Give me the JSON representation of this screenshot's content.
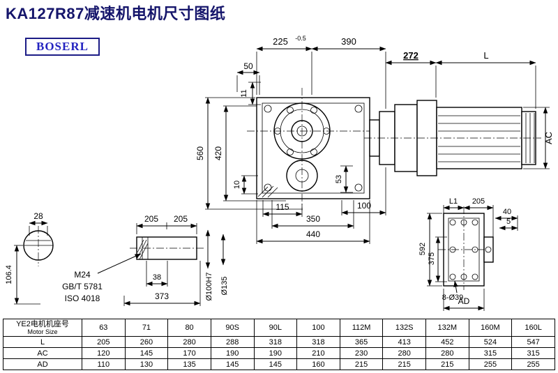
{
  "title": "KA127R87减速机电机尺寸图纸",
  "logo": "BOSERL",
  "colors": {
    "logo_text": "#2323c0",
    "logo_border": "#1c1c86",
    "line": "#000000",
    "title": "#15156b"
  },
  "dims": {
    "d225": "225",
    "tol225": "-0.5",
    "d390": "390",
    "d272": "272",
    "dL": "L",
    "d50": "50",
    "d11": "11",
    "d560": "560",
    "d420": "420",
    "d10": "10",
    "d115": "115",
    "d53": "53",
    "d100": "100",
    "d350": "350",
    "d440": "440",
    "dAC": "AC",
    "d28": "28",
    "d106_4": "106.4",
    "d205a": "205",
    "d205b": "205",
    "m24": "M24",
    "gb": "GB/T 5781",
    "iso": "ISO 4018",
    "d38": "38",
    "d373": "373",
    "phi100": "Ø100H7",
    "phi135": "Ø135",
    "dL1": "L1",
    "d205c": "205",
    "d40": "40",
    "d5": "5",
    "d592": "592",
    "d375": "375",
    "phi39": "8-Ø39",
    "dAD": "AD"
  },
  "table": {
    "corner_cn": "YE2电机机座号",
    "corner_en": "Motor Size",
    "columns": [
      "63",
      "71",
      "80",
      "90S",
      "90L",
      "100",
      "112M",
      "132S",
      "132M",
      "160M",
      "160L"
    ],
    "rows": [
      {
        "label": "L",
        "values": [
          "205",
          "260",
          "280",
          "288",
          "318",
          "318",
          "365",
          "413",
          "452",
          "524",
          "547"
        ]
      },
      {
        "label": "AC",
        "values": [
          "120",
          "145",
          "170",
          "190",
          "190",
          "210",
          "230",
          "280",
          "280",
          "315",
          "315"
        ]
      },
      {
        "label": "AD",
        "values": [
          "110",
          "130",
          "135",
          "145",
          "145",
          "160",
          "215",
          "215",
          "215",
          "255",
          "255"
        ]
      }
    ]
  }
}
